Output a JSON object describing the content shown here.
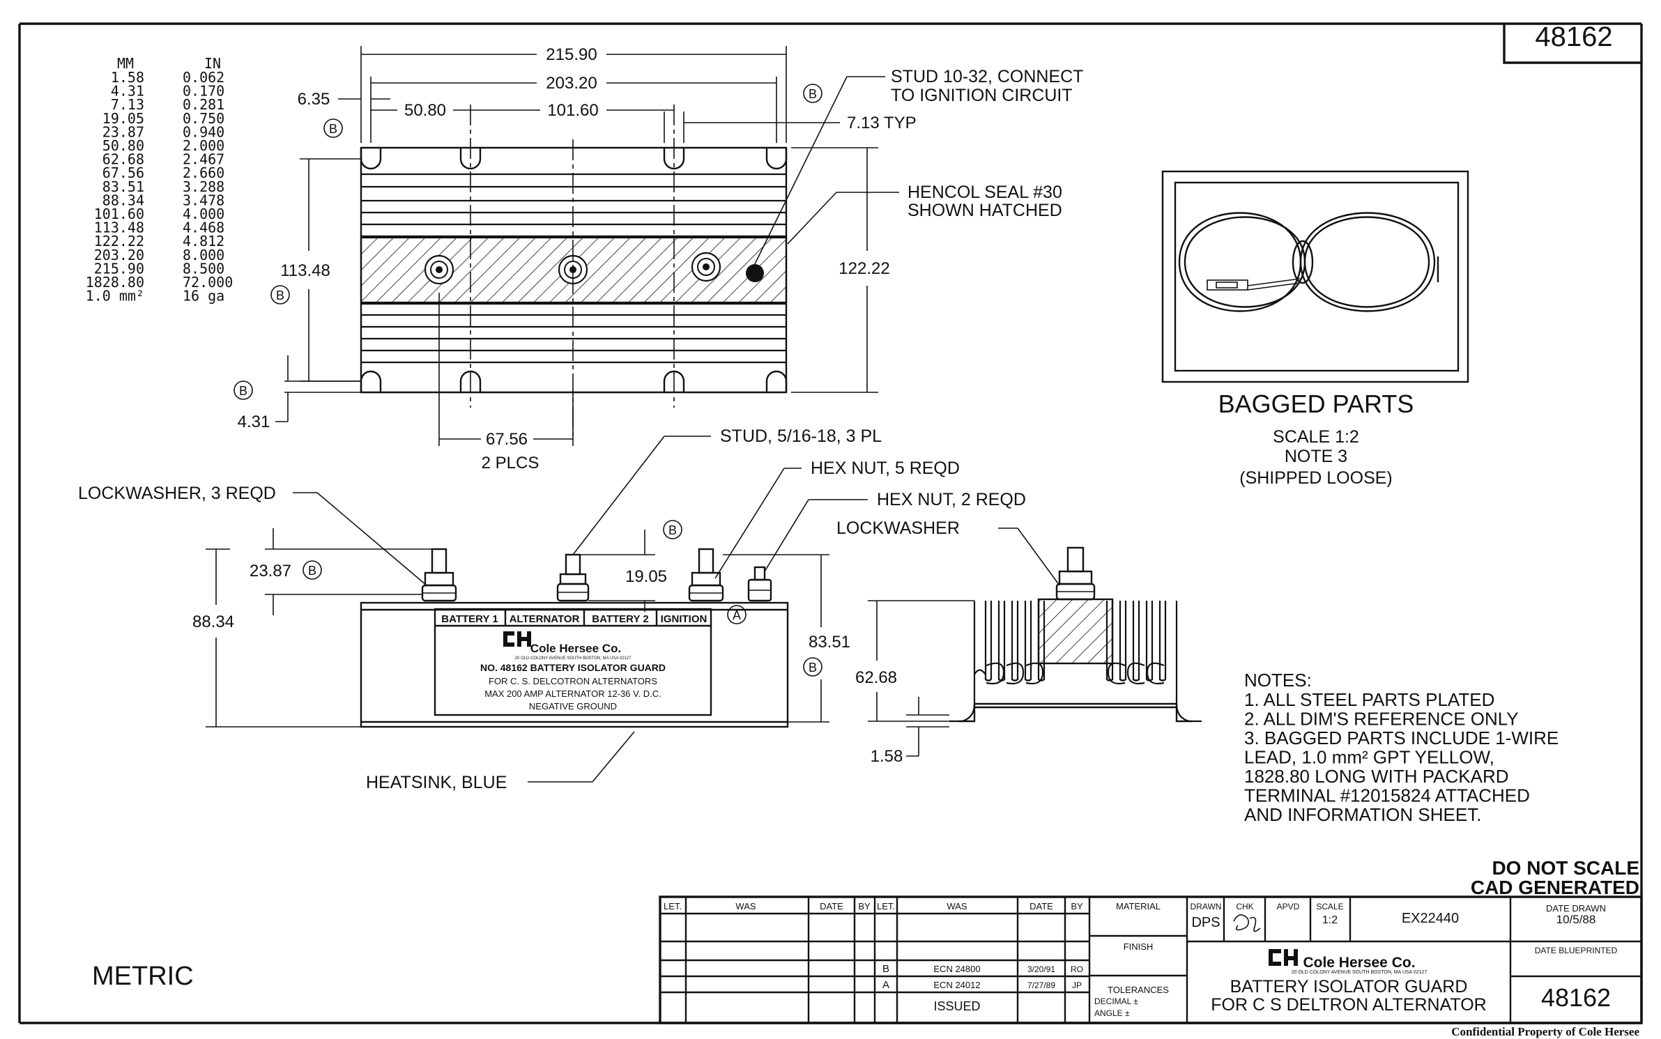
{
  "drawing_number": "48162",
  "conversion_table": {
    "header_mm": "MM",
    "header_in": "IN",
    "rows": [
      [
        "1.58",
        "0.062"
      ],
      [
        "4.31",
        "0.170"
      ],
      [
        "7.13",
        "0.281"
      ],
      [
        "19.05",
        "0.750"
      ],
      [
        "23.87",
        "0.940"
      ],
      [
        "50.80",
        "2.000"
      ],
      [
        "62.68",
        "2.467"
      ],
      [
        "67.56",
        "2.660"
      ],
      [
        "83.51",
        "3.288"
      ],
      [
        "88.34",
        "3.478"
      ],
      [
        "101.60",
        "4.000"
      ],
      [
        "113.48",
        "4.468"
      ],
      [
        "122.22",
        "4.812"
      ],
      [
        "203.20",
        "8.000"
      ],
      [
        "215.90",
        "8.500"
      ],
      [
        "1828.80",
        "72.000"
      ],
      [
        "1.0 mm²",
        "16 ga"
      ]
    ]
  },
  "top_view": {
    "dim_overall": "215.90",
    "dim_hole_span": "203.20",
    "dim_edge": "6.35",
    "dim_left_hole": "50.80",
    "dim_center": "101.60",
    "dim_slot_typ": "7.13 TYP",
    "dim_height": "113.48",
    "dim_height_total": "122.22",
    "dim_slot_edge": "4.31",
    "dim_stud_pitch": "67.56",
    "dim_stud_pitch_note": "2 PLCS",
    "balloon": "B",
    "callout_stud_line1": "STUD 10-32, CONNECT",
    "callout_stud_line2": "TO IGNITION CIRCUIT",
    "callout_seal_line1": "HENCOL SEAL #30",
    "callout_seal_line2": "SHOWN HATCHED"
  },
  "side_view": {
    "callout_lockwasher": "LOCKWASHER, 3 REQD",
    "callout_stud": "STUD, 5/16-18, 3 PL",
    "callout_hexnut5": "HEX NUT, 5 REQD",
    "callout_hexnut2": "HEX NUT, 2 REQD",
    "callout_heatsink": "HEATSINK, BLUE",
    "dim_stud_height": "23.87",
    "dim_overall_height": "88.34",
    "dim_small_stud": "19.05",
    "dim_body_height": "83.51",
    "balloon_a": "A",
    "label_cells": [
      "BATTERY 1",
      "ALTERNATOR",
      "BATTERY 2",
      "IGNITION"
    ],
    "label_company": "Cole Hersee Co.",
    "label_address": "20 OLD COLONY AVENUE SOUTH BOSTON, MA USA 02127",
    "label_title": "NO. 48162 BATTERY ISOLATOR GUARD",
    "label_line2": "FOR C. S. DELCOTRON ALTERNATORS",
    "label_line3": "MAX 200 AMP ALTERNATOR 12-36 V. D.C.",
    "label_line4": "NEGATIVE GROUND"
  },
  "end_view": {
    "callout_lockwasher": "LOCKWASHER",
    "dim_fin": "62.68",
    "dim_base": "1.58"
  },
  "bagged_parts": {
    "title": "BAGGED PARTS",
    "scale": "SCALE 1:2",
    "note": "NOTE 3",
    "shipped": "(SHIPPED LOOSE)"
  },
  "notes": {
    "heading": "NOTES:",
    "lines": [
      "1. ALL STEEL PARTS PLATED",
      "2. ALL DIM'S REFERENCE ONLY",
      "3. BAGGED PARTS INCLUDE 1-WIRE",
      "LEAD, 1.0 mm² GPT YELLOW,",
      "1828.80 LONG WITH PACKARD",
      "TERMINAL #12015824 ATTACHED",
      "AND INFORMATION SHEET."
    ]
  },
  "stamps": {
    "do_not_scale": "DO NOT SCALE",
    "cad": "CAD GENERATED",
    "metric": "METRIC"
  },
  "title_block": {
    "rev_headers": [
      "LET.",
      "WAS",
      "DATE",
      "BY",
      "LET.",
      "WAS",
      "DATE",
      "BY"
    ],
    "rev_rows": [
      {
        "let": "B",
        "was": "ECN 24800",
        "date": "3/20/91",
        "by": "RO"
      },
      {
        "let": "A",
        "was": "ECN 24012",
        "date": "7/27/89",
        "by": "JP"
      },
      {
        "let": "",
        "was": "ISSUED",
        "date": "",
        "by": ""
      }
    ],
    "material": "MATERIAL",
    "finish": "FINISH",
    "tolerances": "TOLERANCES",
    "decimal": "DECIMAL ±",
    "angle": "ANGLE ±",
    "drawn_label": "DRAWN",
    "drawn_value": "DPS",
    "chk_label": "CHK",
    "apvd_label": "APVD",
    "scale_label": "SCALE",
    "scale_value": "1:2",
    "ex_number": "EX22440",
    "date_drawn_label": "DATE DRAWN",
    "date_drawn_value": "10/5/88",
    "date_blueprinted_label": "DATE BLUEPRINTED",
    "company": "Cole Hersee Co.",
    "company_address": "20 OLD COLONY AVENUE SOUTH BOSTON, MA USA 02127",
    "title_line1": "BATTERY ISOLATOR GUARD",
    "title_line2": "FOR C S DELTRON ALTERNATOR",
    "drawing_number": "48162"
  },
  "confidential": "Confidential Property of Cole Hersee"
}
